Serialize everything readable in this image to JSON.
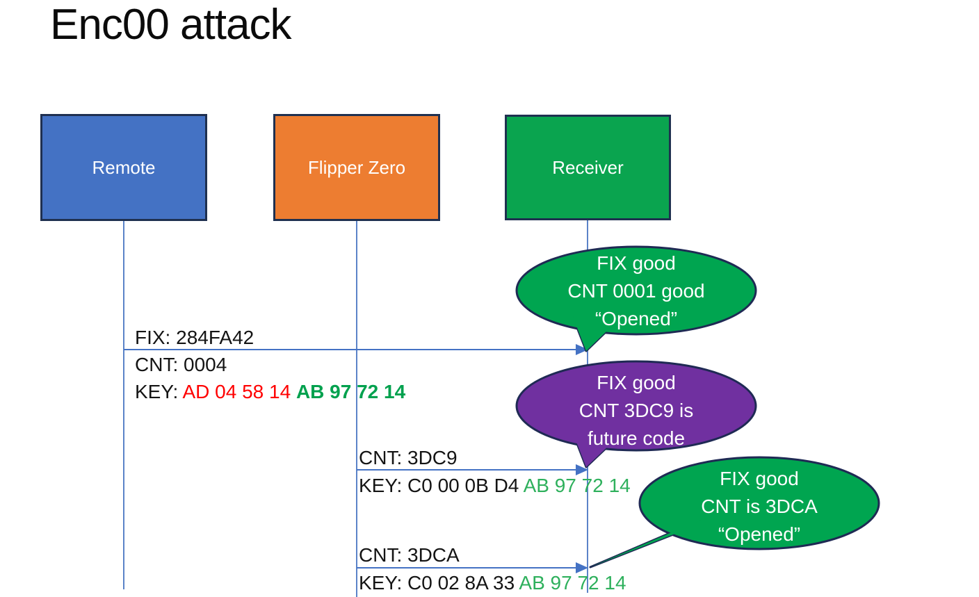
{
  "title": "Enc00 attack",
  "actors": {
    "remote": {
      "label": "Remote",
      "fill": "#4472C4"
    },
    "flipper": {
      "label": "Flipper Zero",
      "fill": "#ED7D31"
    },
    "receiver": {
      "label": "Receiver",
      "fill": "#0AA44F"
    }
  },
  "messages": {
    "m1": {
      "fix": "FIX: 284FA42",
      "cnt": "CNT: 0004",
      "key_label": "KEY: ",
      "key_red": "AD 04 58 14 ",
      "key_green": "AB 97 72 14"
    },
    "m2": {
      "cnt": "CNT: 3DC9",
      "key_black": "KEY: C0 00 0B D4 ",
      "key_green": "AB 97 72 14"
    },
    "m3": {
      "cnt": "CNT: 3DCA",
      "key_black": "KEY: C0 02 8A 33 ",
      "key_green": "AB 97 72 14"
    }
  },
  "bubbles": {
    "b1": {
      "line1": "FIX good",
      "line2": "CNT 0001 good",
      "line3": "“Opened”",
      "fill": "#00A550"
    },
    "b2": {
      "line1": "FIX good",
      "line2": "CNT 3DC9 is",
      "line3": "future code",
      "fill": "#7030A0"
    },
    "b3": {
      "line1": "FIX good",
      "line2": "CNT is 3DCA",
      "line3": "“Opened”",
      "fill": "#00A550"
    }
  },
  "colors": {
    "connector_blue": "#4472C4",
    "lifeline_blue": "#5B83C8",
    "box_border_navy": "#1F3050",
    "bubble_border_navy": "#1F2A54",
    "key_red": "#FF0000",
    "key_green_bold": "#00A14E",
    "key_green": "#2EB05C"
  }
}
